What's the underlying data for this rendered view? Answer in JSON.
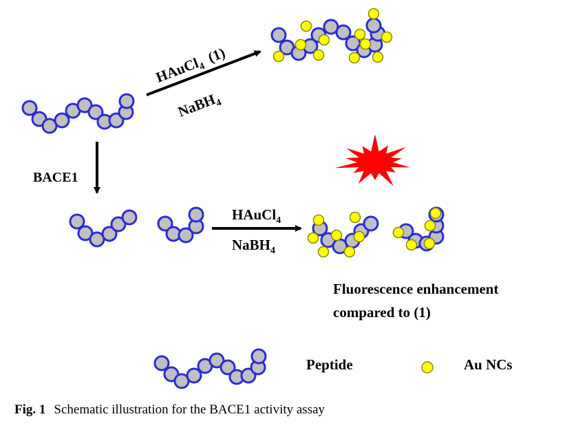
{
  "colors": {
    "bead_fill": "#c0c0c0",
    "bead_stroke": "#2b2bd6",
    "au_fill": "#ffff00",
    "au_stroke": "#8a8a00",
    "burst": "#ff0000",
    "arrow": "#000000"
  },
  "reaction_top": {
    "reagent_main": "HAuCl",
    "reagent_sub": "4",
    "marker": "(1)",
    "reductant_main": "NaBH",
    "reductant_sub": "4"
  },
  "cleavage": {
    "enzyme": "BACE1"
  },
  "reaction_bottom": {
    "reagent_main": "HAuCl",
    "reagent_sub": "4",
    "reductant_main": "NaBH",
    "reductant_sub": "4"
  },
  "result": {
    "line1": "Fluorescence enhancement",
    "line2": "compared to (1)"
  },
  "legend": {
    "peptide_label": "Peptide",
    "au_label": "Au NCs"
  },
  "caption": {
    "prefix": "Fig. 1",
    "text": "Schematic illustration for the BACE1 activity assay"
  },
  "icons": [
    "peptide-chain-icon",
    "gold-nanocluster-icon",
    "fluorescence-burst-icon",
    "reaction-arrow-icon"
  ]
}
